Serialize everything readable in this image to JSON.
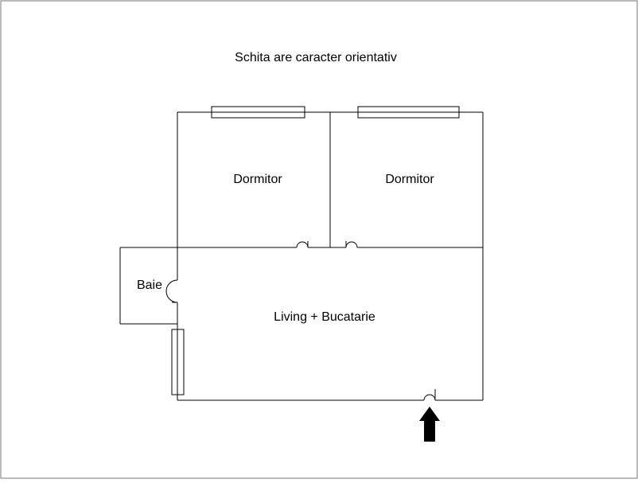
{
  "note": "Schita are caracter orientativ",
  "rooms": {
    "bedroom_left": "Dormitor",
    "bedroom_right": "Dormitor",
    "bathroom": "Baie",
    "living": "Living + Bucatarie"
  },
  "colors": {
    "line": "#000000",
    "background": "#ffffff",
    "frame": "#777777"
  },
  "icons": {
    "entrance": "arrow-up-icon"
  }
}
